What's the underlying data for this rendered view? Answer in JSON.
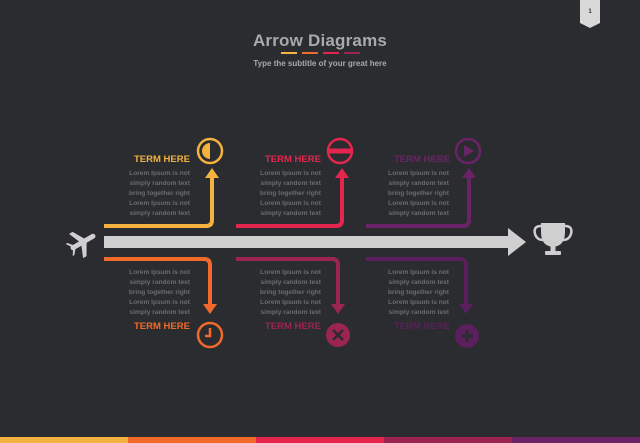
{
  "header": {
    "title": "Arrow Diagrams",
    "subtitle": "Type the subtitle of your great here",
    "page_number": "1"
  },
  "colors": {
    "background": "#2b2c30",
    "main_arrow": "#cfcfcf",
    "lorem_text": "#6b6c70",
    "yellow": "#f4b23e",
    "orange": "#f26a2a",
    "pink": "#e4264f",
    "dark_pink": "#9c2550",
    "purple": "#6b2368",
    "dark_purple": "#5a1f5c"
  },
  "lorem_line": [
    "Lorem Ipsum is not",
    "simply random text",
    "bring together right",
    "Lorem Ipsum is not",
    "simply random text"
  ],
  "branches": [
    {
      "term": "TERM HERE",
      "color": "#f4b23e",
      "icon": "half-circle-icon"
    },
    {
      "term": "TERM HERE",
      "color": "#e4264f",
      "icon": "no-entry-icon"
    },
    {
      "term": "TERM HERE",
      "color": "#6b2368",
      "icon": "play-icon"
    },
    {
      "term": "TERM HERE",
      "color": "#f26a2a",
      "icon": "clock-icon"
    },
    {
      "term": "TERM HERE",
      "color": "#9c2550",
      "icon": "close-icon"
    },
    {
      "term": "TERM HERE",
      "color": "#5a1f5c",
      "icon": "plus-icon"
    }
  ],
  "start_icon": "airplane-icon",
  "end_icon": "trophy-icon"
}
